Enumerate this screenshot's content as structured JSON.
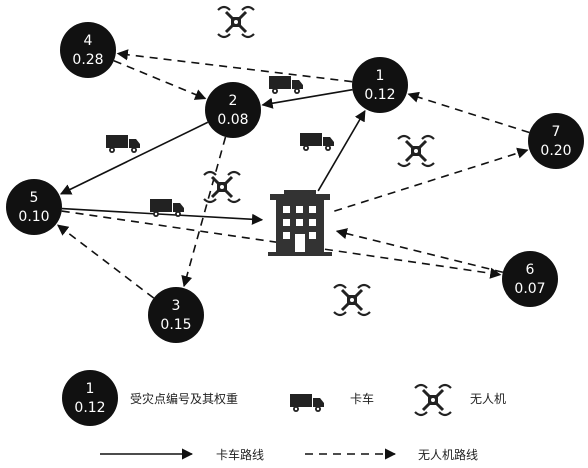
{
  "nodes": [
    {
      "id": "1",
      "weight": "0.12"
    },
    {
      "id": "2",
      "weight": "0.08"
    },
    {
      "id": "3",
      "weight": "0.15"
    },
    {
      "id": "4",
      "weight": "0.28"
    },
    {
      "id": "5",
      "weight": "0.10"
    },
    {
      "id": "6",
      "weight": "0.07"
    },
    {
      "id": "7",
      "weight": "0.20"
    }
  ],
  "routes": {
    "truck": [
      [
        "1",
        "2"
      ],
      [
        "2",
        "5"
      ],
      [
        "5",
        "depot"
      ],
      [
        "depot",
        "1"
      ]
    ],
    "drone": [
      [
        "1",
        "4"
      ],
      [
        "4",
        "2"
      ],
      [
        "2",
        "3"
      ],
      [
        "3",
        "5"
      ],
      [
        "5",
        "6"
      ],
      [
        "6",
        "depot"
      ],
      [
        "depot",
        "7"
      ],
      [
        "7",
        "1"
      ]
    ]
  },
  "legend": {
    "node_sample": {
      "id": "1",
      "weight": "0.12"
    },
    "node_label": "受灾点编号及其权重",
    "truck_label": "卡车",
    "drone_label": "无人机",
    "truck_route_label": "卡车路线",
    "drone_route_label": "无人机路线"
  },
  "icons": {
    "depot": "depot-building-icon",
    "truck": "truck-icon",
    "drone": "drone-icon"
  },
  "colors": {
    "node_fill": "#111111",
    "line": "#111111",
    "text_on_node": "#ffffff"
  }
}
